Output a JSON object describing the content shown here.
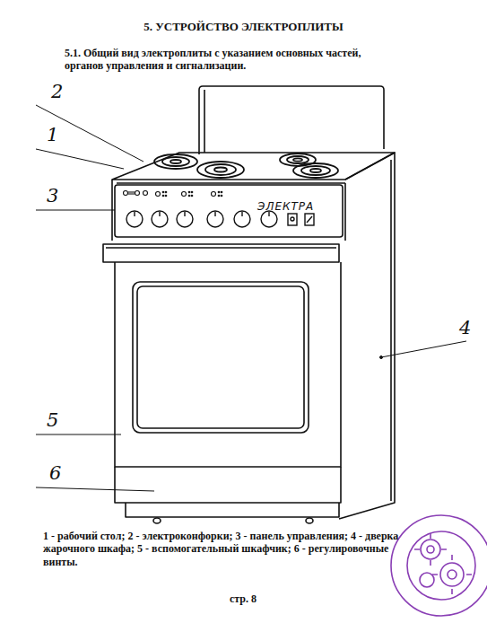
{
  "diagram": {
    "title": "5. УСТРОЙСТВО ЭЛЕКТРОПЛИТЫ",
    "caption": "1 - рабочий стол; 2 - электроконфорки; 3 - панель управления; 4 - дверка жарочного шкафа; 5 - вспомогательный шкафчик; 6 - регулировочные винты.",
    "labels": [
      "5.1. Общий вид электроплиты с указанием основных частей, органов управления и сигнализации.",
      "2",
      "1",
      "3",
      "ЭЛЕКТРА",
      "4",
      "5",
      "6",
      "стр. 8"
    ]
  }
}
